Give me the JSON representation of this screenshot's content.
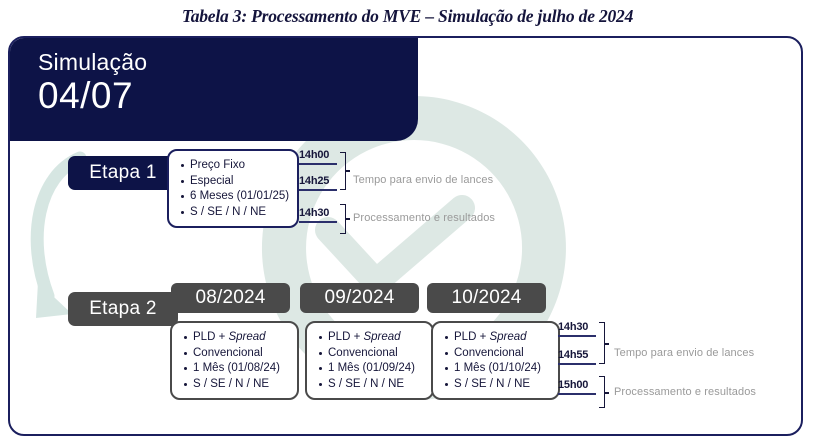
{
  "figure": {
    "title": "Tabela 3: Processamento do MVE – Simulação de julho de 2024"
  },
  "header": {
    "simulation_label": "Simulação",
    "simulation_date": "04/07"
  },
  "colors": {
    "navy": "#0d1347",
    "card_border": "#1b1f5e",
    "gray_badge": "#4a4a4a",
    "watermark_mint": "#dde8e4",
    "arrow_mint": "#d6e6e2",
    "description_gray": "#9a9a9a"
  },
  "stages": [
    {
      "pill_label": "Etapa 1",
      "bullets": [
        "Preço Fixo",
        "Especial",
        "6 Meses (01/01/25)",
        "S / SE / N / NE"
      ]
    },
    {
      "pill_label": "Etapa 2",
      "month_badges": [
        "08/2024",
        "09/2024",
        "10/2024"
      ],
      "boxes": [
        {
          "bullets_prefix": "PLD + ",
          "bullets_emphasis": "Spread",
          "bullets": [
            "Convencional",
            "1 Mês (01/08/24)",
            "S / SE / N / NE"
          ]
        },
        {
          "bullets_prefix": "PLD + ",
          "bullets_emphasis": "Spread",
          "bullets": [
            "Convencional",
            "1 Mês (01/09/24)",
            "S / SE / N / NE"
          ]
        },
        {
          "bullets_prefix": "PLD + ",
          "bullets_emphasis": "Spread",
          "bullets": [
            "Convencional",
            "1 Mês (01/10/24)",
            "S / SE / N / NE"
          ]
        }
      ]
    }
  ],
  "schedule_stage1": {
    "times": [
      "14h00",
      "14h25",
      "14h30"
    ],
    "descriptions": [
      "Tempo para envio de lances",
      "Processamento e resultados"
    ]
  },
  "schedule_stage2": {
    "times": [
      "14h30",
      "14h55",
      "15h00"
    ],
    "descriptions": [
      "Tempo para envio de lances",
      "Processamento e resultados"
    ]
  },
  "icons": {
    "stage_flow_arrow": "curved-arrow-icon",
    "watermark": "clock-check-watermark-icon"
  }
}
